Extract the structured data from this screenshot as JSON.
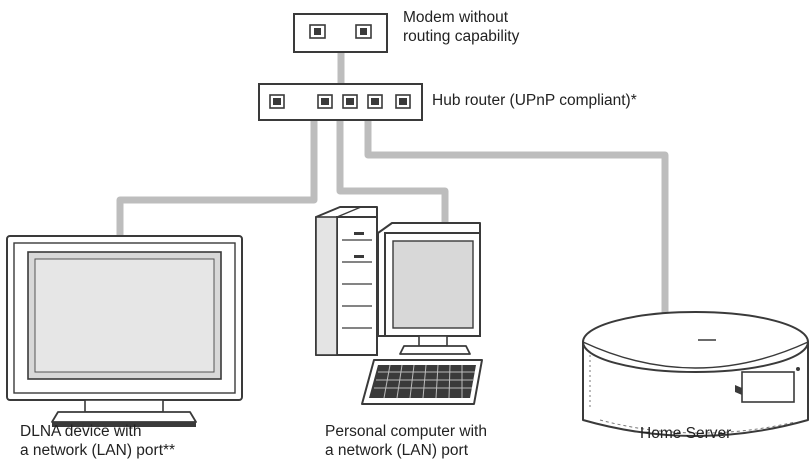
{
  "labels": {
    "modem": [
      "Modem without",
      "routing capability"
    ],
    "router": "Hub router (UPnP compliant)*",
    "tv": [
      "DLNA device with",
      "a network (LAN) port**"
    ],
    "pc": [
      "Personal computer with",
      "a network (LAN) port"
    ],
    "server": "Home Server"
  },
  "colors": {
    "cable": "#bdbdbd",
    "outline": "#3a3a3a",
    "device_fill": "#ffffff",
    "screen_fill": "#d8d8d8",
    "text": "#222222"
  }
}
